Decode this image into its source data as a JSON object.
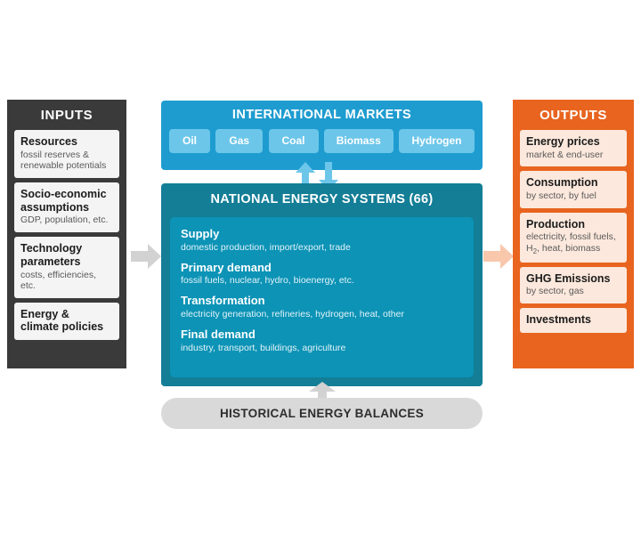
{
  "diagram": {
    "colors": {
      "inputs_panel": "#3a3a3a",
      "outputs_panel": "#e8641f",
      "markets_panel": "#1e9cd0",
      "markets_chip": "#6cc6e9",
      "nes_panel": "#137e96",
      "nes_inner": "#0c93b6",
      "historical_panel": "#d9d9d9",
      "input_card": "#f4f4f4",
      "output_card": "#fce8dc",
      "arrow_grey": "#d2d2d2",
      "arrow_peach": "#f8c7ac",
      "arrow_blue": "#6cc6e9"
    }
  },
  "inputs": {
    "title": "INPUTS",
    "cards": [
      {
        "title": "Resources",
        "sub": "fossil reserves &\nrenewable potentials"
      },
      {
        "title": "Socio-economic\nassumptions",
        "sub": "GDP, population, etc."
      },
      {
        "title": "Technology\nparameters",
        "sub": "costs, efficiencies, etc."
      },
      {
        "title": "Energy &\nclimate policies",
        "sub": ""
      }
    ]
  },
  "markets": {
    "title": "INTERNATIONAL MARKETS",
    "chips": [
      {
        "label": "Oil"
      },
      {
        "label": "Gas"
      },
      {
        "label": "Coal"
      },
      {
        "label": "Biomass"
      },
      {
        "label": "Hydrogen"
      }
    ]
  },
  "national_energy_systems": {
    "title": "NATIONAL ENERGY SYSTEMS (66)",
    "blocks": [
      {
        "head": "Supply",
        "sub": "domestic production, import/export, trade"
      },
      {
        "head": "Primary demand",
        "sub": "fossil fuels, nuclear, hydro, bioenergy, etc."
      },
      {
        "head": "Transformation",
        "sub": "electricity generation, refineries, hydrogen, heat, other"
      },
      {
        "head": "Final demand",
        "sub": "industry, transport, buildings, agriculture"
      }
    ]
  },
  "historical": {
    "title": "HISTORICAL ENERGY BALANCES"
  },
  "outputs": {
    "title": "OUTPUTS",
    "cards": [
      {
        "title": "Energy prices",
        "sub": "market & end-user"
      },
      {
        "title": "Consumption",
        "sub": "by sector, by fuel"
      },
      {
        "title": "Production",
        "sub_html": "electricity, fossil fuels,<br>H<sub>2</sub>, heat, biomass"
      },
      {
        "title": "GHG Emissions",
        "sub": "by sector, gas"
      },
      {
        "title": "Investments",
        "sub": ""
      }
    ]
  },
  "arrows": {
    "inputs_to_nes": "arrow-right",
    "nes_to_outputs": "arrow-right",
    "markets_up": "arrow-up",
    "markets_down": "arrow-down",
    "historical_up": "arrow-up"
  }
}
